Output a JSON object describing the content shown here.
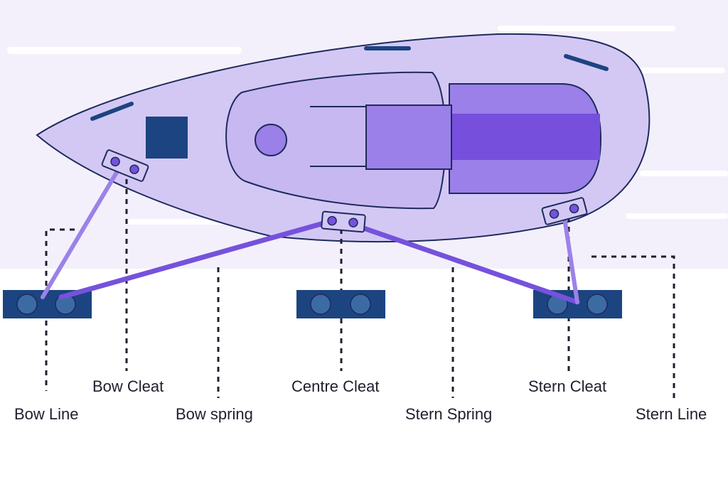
{
  "diagram": {
    "labels": {
      "bow_cleat": "Bow Cleat",
      "bow_line": "Bow Line",
      "bow_spring": "Bow spring",
      "centre_cleat": "Centre Cleat",
      "stern_spring": "Stern Spring",
      "stern_cleat": "Stern Cleat",
      "stern_line": "Stern Line"
    },
    "colors": {
      "water": "#f3f0fb",
      "hull": "#d3c8f4",
      "outline": "#1e2a5c",
      "cabin": "#c7b8f1",
      "hatch": "#9a80e8",
      "cockpit_dark": "#764fdc",
      "dock_block": "#1c4480",
      "dock_bollard": "#3c6ba4",
      "line_light": "#9b82e8",
      "line_dark": "#7552dc"
    }
  }
}
